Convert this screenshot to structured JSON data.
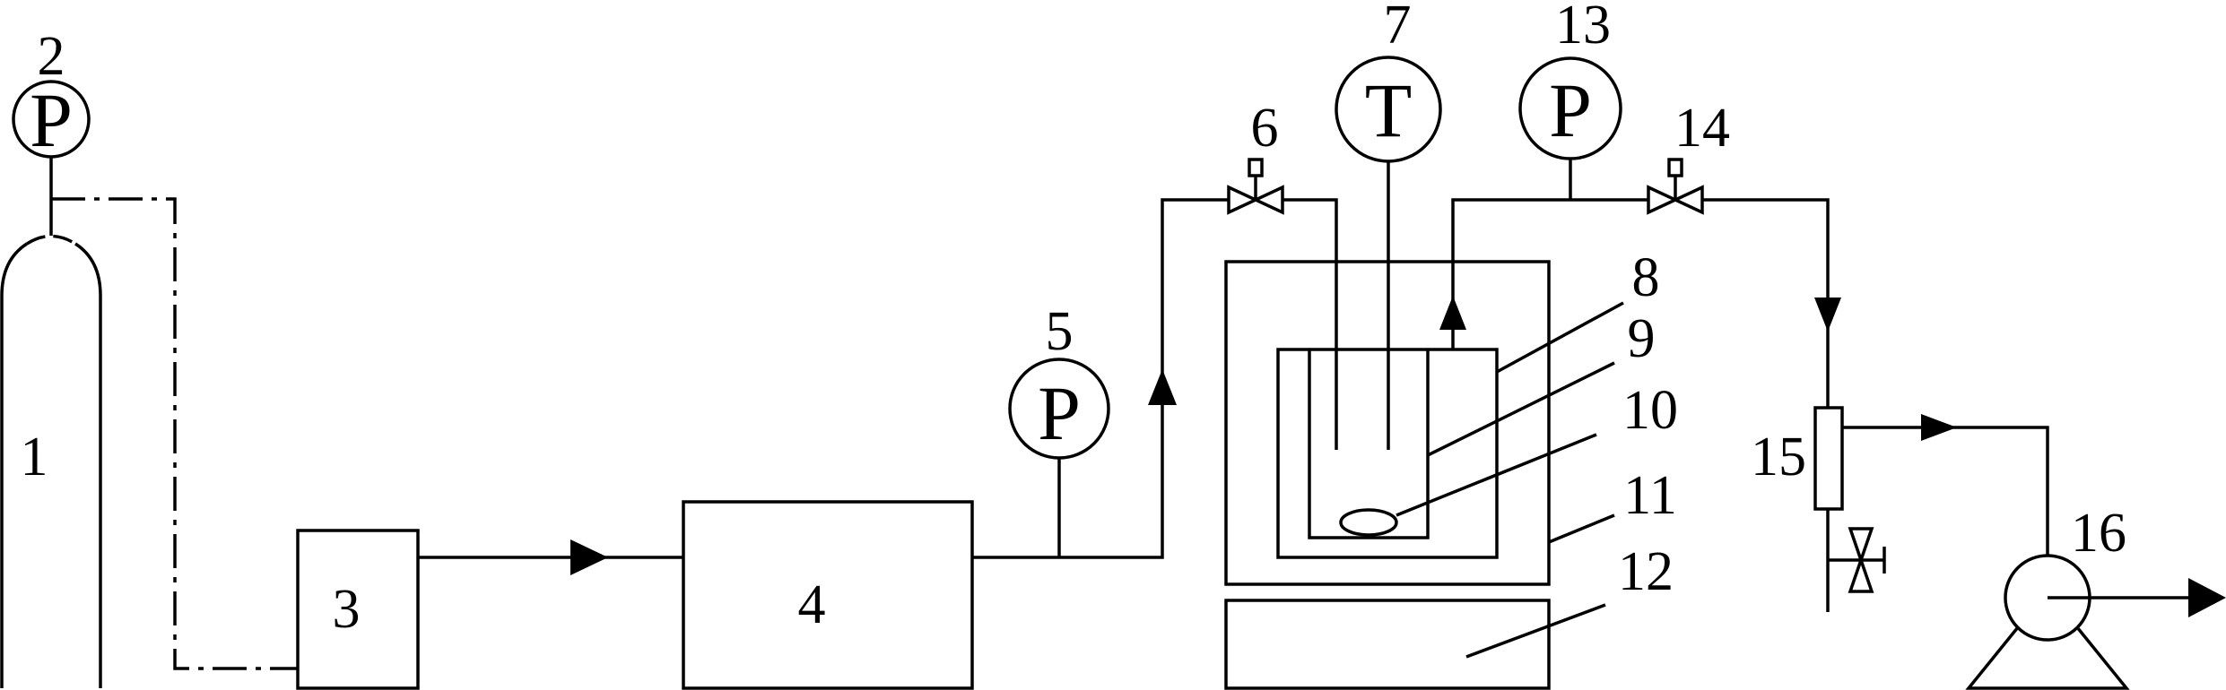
{
  "components": [
    {
      "id": "1",
      "label": "1"
    },
    {
      "id": "2",
      "label": "2",
      "gauge_letter": "P"
    },
    {
      "id": "3",
      "label": "3"
    },
    {
      "id": "4",
      "label": "4"
    },
    {
      "id": "5",
      "label": "5",
      "gauge_letter": "P"
    },
    {
      "id": "6",
      "label": "6"
    },
    {
      "id": "7",
      "label": "7",
      "gauge_letter": "T"
    },
    {
      "id": "8",
      "label": "8"
    },
    {
      "id": "9",
      "label": "9"
    },
    {
      "id": "10",
      "label": "10"
    },
    {
      "id": "11",
      "label": "11"
    },
    {
      "id": "12",
      "label": "12"
    },
    {
      "id": "13",
      "label": "13",
      "gauge_letter": "P"
    },
    {
      "id": "14",
      "label": "14"
    },
    {
      "id": "15",
      "label": "15"
    },
    {
      "id": "16",
      "label": "16"
    }
  ],
  "colors": {
    "line": "#000000",
    "background": "#ffffff"
  }
}
